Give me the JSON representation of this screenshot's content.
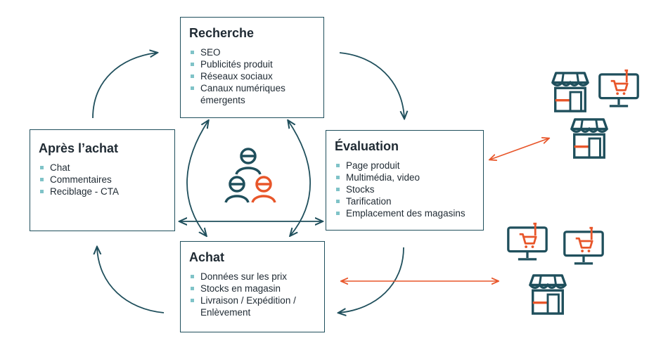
{
  "boxes": {
    "recherche": {
      "title": "Recherche",
      "items": [
        "SEO",
        "Publicités produit",
        "Réseaux sociaux",
        "Canaux numériques",
        "émergents"
      ]
    },
    "evaluation": {
      "title": "Évaluation",
      "items": [
        "Page produit",
        "Multimédia, video",
        "Stocks",
        "Tarification",
        "Emplacement des magasins"
      ]
    },
    "apres_achat": {
      "title": "Après l’achat",
      "items": [
        "Chat",
        "Commentaires",
        "Reciblage - CTA"
      ]
    },
    "achat": {
      "title": "Achat",
      "items": [
        "Données sur les prix",
        "Stocks en magasin",
        "Livraison / Expédition /",
        "Enlèvement"
      ]
    }
  },
  "colors": {
    "dark": "#1f4f5c",
    "orange": "#e8562a",
    "bullet": "#7fc3c8"
  },
  "icons": {
    "center": "customer-group-icon",
    "store": "storefront-icon",
    "online": "computer-cart-icon"
  }
}
